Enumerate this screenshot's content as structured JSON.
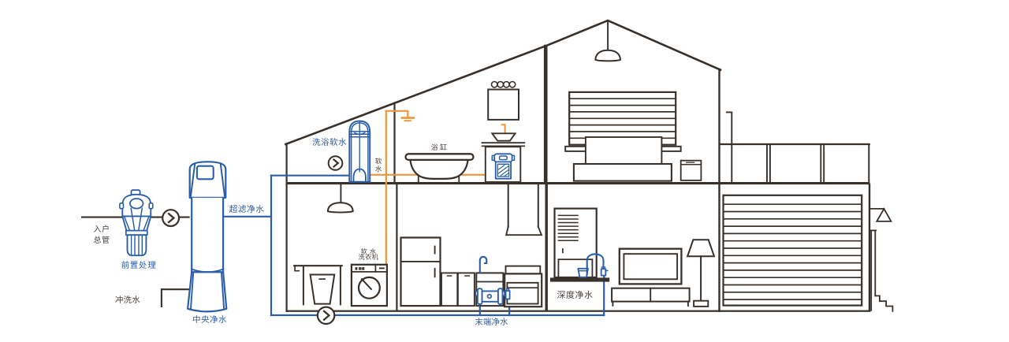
{
  "diagram": {
    "title": "whole-house water purification system house cross-section schematic",
    "background": "#ffffff",
    "colors": {
      "line_black": "#38302b",
      "pipe_blue": "#2a5fa8",
      "pipe_orange": "#f0953b",
      "label_blue": "#2d5da6",
      "label_dark": "#453e3a"
    },
    "labels": {
      "inlet_main": {
        "line1": "入户",
        "line2": "总管"
      },
      "pre_treatment": "前置处理",
      "flush_water": "冲洗水",
      "central_purifier": "中央净水",
      "ultrafiltration": "超滤净水",
      "bath_softener": "洗浴软水",
      "soft_water": "软水",
      "bathtub": "浴缸",
      "soft_water_washer": {
        "line1": "软 水",
        "line2": "洗衣机"
      },
      "terminal_purifier": "末端净水",
      "deep_purifier": "深度净水"
    },
    "icons": [
      "pump-arrow-icon-yard",
      "pump-arrow-icon-attic",
      "pump-arrow-icon-floor"
    ]
  }
}
